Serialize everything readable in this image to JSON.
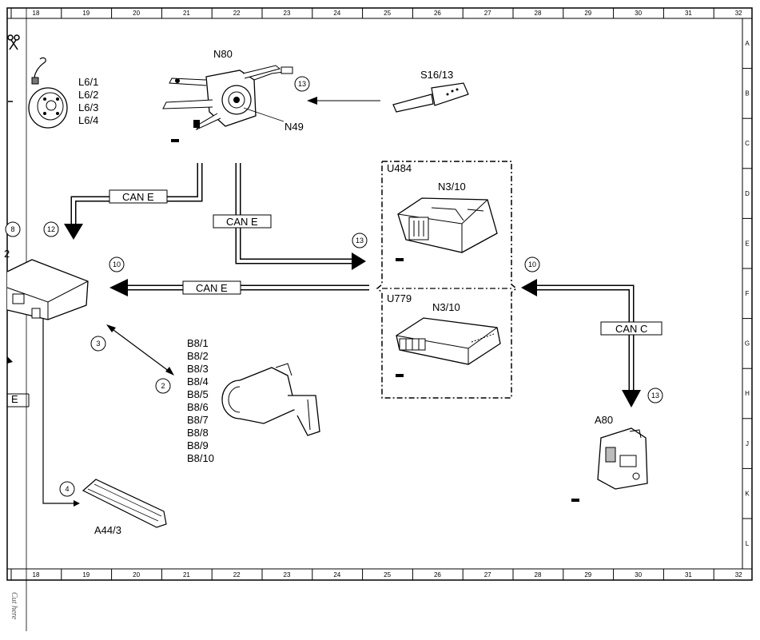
{
  "grid": {
    "columns": [
      "18",
      "19",
      "20",
      "21",
      "22",
      "23",
      "24",
      "25",
      "26",
      "27",
      "28",
      "29",
      "30",
      "31",
      "32"
    ],
    "rows": [
      "A",
      "B",
      "C",
      "D",
      "E",
      "F",
      "G",
      "H",
      "J",
      "K",
      "L"
    ]
  },
  "components": {
    "brake_discs": [
      "L6/1",
      "L6/2",
      "L6/3",
      "L6/4"
    ],
    "steering_module": "N80",
    "steering_sub": "N49",
    "cruise_lever": "S16/13",
    "u484": "U484",
    "n310_top": "N3/10",
    "u779": "U779",
    "n310_bottom": "N3/10",
    "parktronic_sensors": [
      "B8/1",
      "B8/2",
      "B8/3",
      "B8/4",
      "B8/5",
      "B8/6",
      "B8/7",
      "B8/8",
      "B8/9",
      "B8/10"
    ],
    "display": "A44/3",
    "a80": "A80",
    "partial_left_label": "2",
    "partial_left_circle": "8"
  },
  "buses": {
    "can_e_1": "CAN E",
    "can_e_2": "CAN E",
    "can_e_3": "CAN E",
    "can_c": "CAN C",
    "can_e_partial": "E"
  },
  "callouts": {
    "c13_top": "13",
    "c12": "12",
    "c13_mid": "13",
    "c10_left": "10",
    "c10_right": "10",
    "c13_right": "13",
    "c3": "3",
    "c2": "2",
    "c4": "4"
  },
  "margin_note": "Cut here"
}
